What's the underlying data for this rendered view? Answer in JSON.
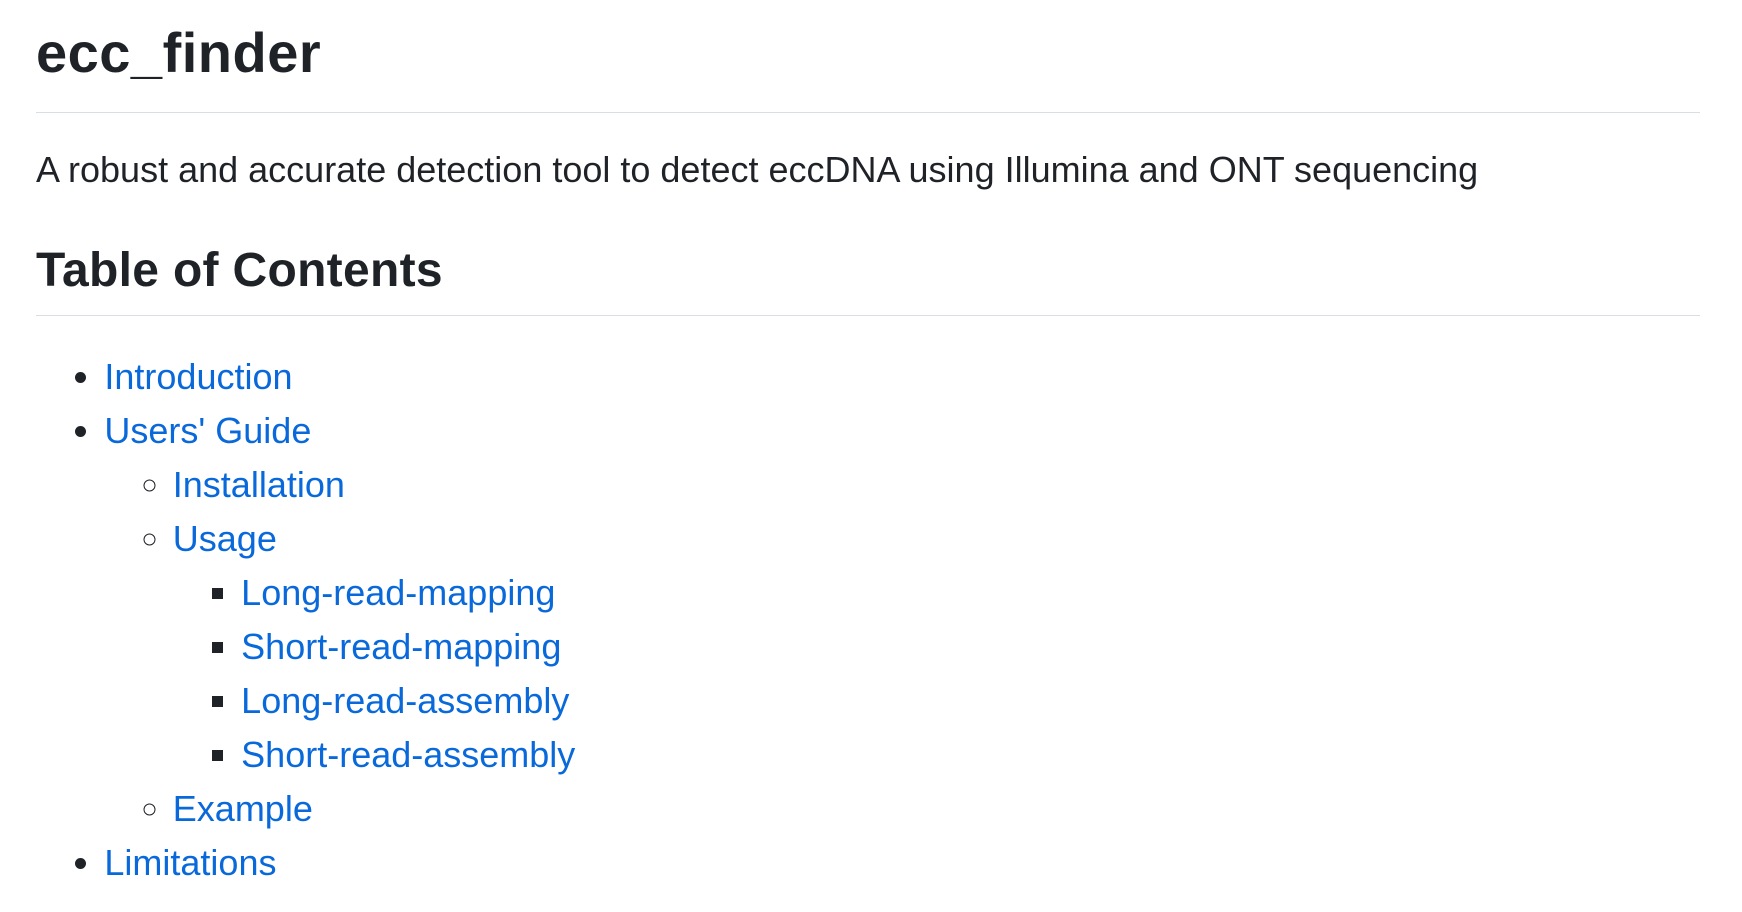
{
  "page": {
    "title": "ecc_finder",
    "description": "A robust and accurate detection tool to detect eccDNA using Illumina and ONT sequencing"
  },
  "toc": {
    "heading": "Table of Contents",
    "items": [
      {
        "label": "Introduction"
      },
      {
        "label": "Users' Guide",
        "children": [
          {
            "label": "Installation"
          },
          {
            "label": "Usage",
            "children": [
              {
                "label": "Long-read-mapping"
              },
              {
                "label": "Short-read-mapping"
              },
              {
                "label": "Long-read-assembly"
              },
              {
                "label": "Short-read-assembly"
              }
            ]
          },
          {
            "label": "Example"
          }
        ]
      },
      {
        "label": "Limitations"
      }
    ]
  },
  "colors": {
    "text": "#1f2328",
    "link": "#0969da",
    "divider": "#d8dee4",
    "background": "#ffffff"
  }
}
